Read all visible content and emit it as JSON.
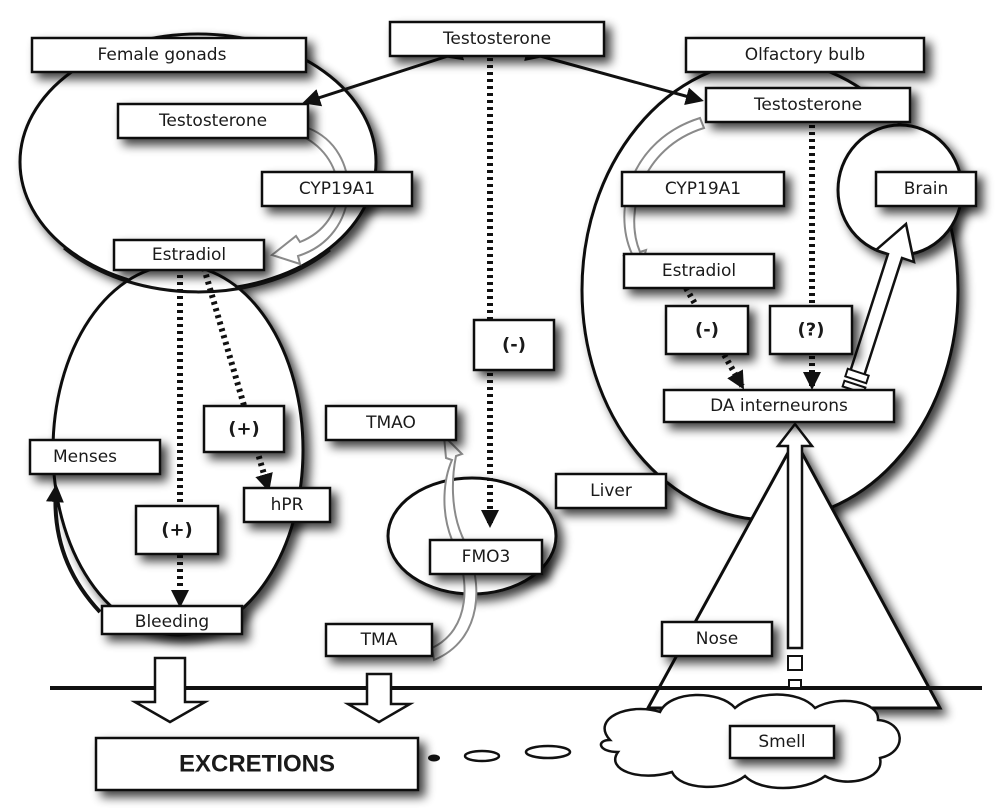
{
  "labels": {
    "female_gonads": "Female gonads",
    "testosterone_top": "Testosterone",
    "olfactory_bulb": "Olfactory bulb",
    "testosterone_left": "Testosterone",
    "cyp_left": "CYP19A1",
    "estradiol_left": "Estradiol",
    "menses": "Menses",
    "plus_hpr": "(+)",
    "hpr": "hPR",
    "plus_bleed": "(+)",
    "bleeding": "Bleeding",
    "minus_center": "(-)",
    "tmao": "TMAO",
    "liver": "Liver",
    "fmo3": "FMO3",
    "tma": "TMA",
    "testosterone_right": "Testosterone",
    "brain": "Brain",
    "cyp_right": "CYP19A1",
    "estradiol_right": "Estradiol",
    "minus_right": "(-)",
    "question": "(?)",
    "da_interneurons": "DA interneurons",
    "nose": "Nose",
    "excretions": "EXCRETIONS",
    "smell": "Smell"
  },
  "colors": {
    "stroke": "#111111",
    "shadow": "#3a3a3a",
    "fill": "#ffffff",
    "arrow_grey": "#9a9a9a"
  }
}
